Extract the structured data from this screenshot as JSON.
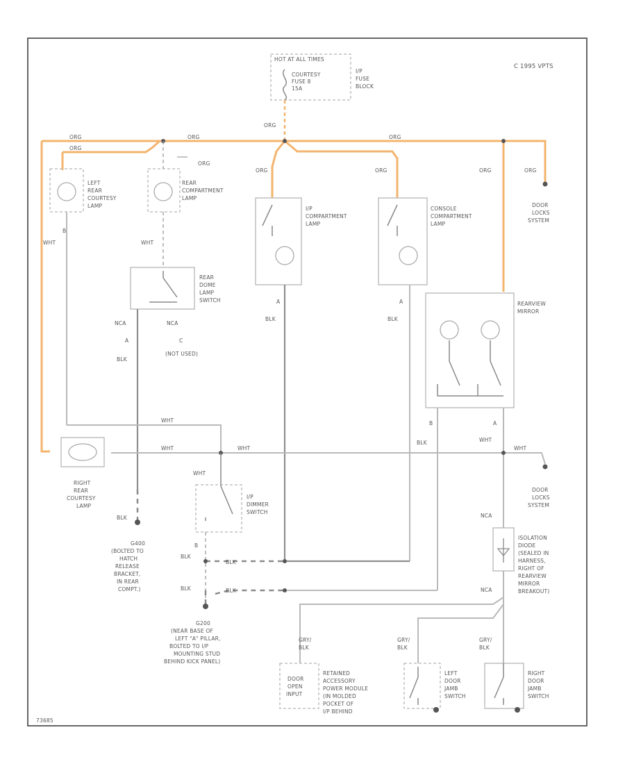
{
  "figure_id": "C 1995 VPTS",
  "fig_number": "73685",
  "labels": {
    "hot_at_all_times": "HOT AT ALL TIMES",
    "fuse": "COURTESY FUSE 8 15A",
    "fuse_block": "I/P FUSE BLOCK",
    "left_rear_courtesy_lamp": "LEFT REAR COURTESY LAMP",
    "rear_compartment_lamp": "REAR COMPARTMENT LAMP",
    "ip_compartment_lamp": "I/P COMPARTMENT LAMP",
    "console_compartment_lamp": "CONSOLE COMPARTMENT LAMP",
    "door_locks_system": "DOOR LOCKS SYSTEM",
    "rear_dome_lamp_switch": "REAR DOME LAMP SWITCH",
    "not_used": "(NOT USED)",
    "rearview_mirror": "REARVIEW MIRROR",
    "right_rear_courtesy_lamp": "RIGHT REAR COURTESY LAMP",
    "ip_dimmer_switch": "I/P DIMMER SWITCH",
    "g400": "G400 (BOLTED TO HATCH RELEASE BRACKET, IN REAR COMPT.)",
    "g200": "G200 (NEAR BASE OF LEFT 'A' PILLAR, BOLTED TO I/P MOUNTING STUD BEHIND KICK PANEL)",
    "isolation_diode": "ISOLATION DIODE (SEALED IN HARNESS, RIGHT OF REARVIEW MIRROR BREAKOUT)",
    "door_open_input": "DOOR OPEN INPUT",
    "rap_module": "RETAINED ACCESSORY POWER MODULE (INmOLDED POCKET OF I/P BEHIND)",
    "left_door_jamb_switch": "LEFT DOOR JAMB SWITCH",
    "right_door_jamb_switch": "RIGHT DOOR JAMB SWITCH"
  },
  "wire_labels": {
    "org": "ORG",
    "wht": "WHT",
    "blk": "BLK",
    "wht_lt": "WHT/",
    "nca": "NCA",
    "gry_blk": "GRY/ BLK"
  }
}
